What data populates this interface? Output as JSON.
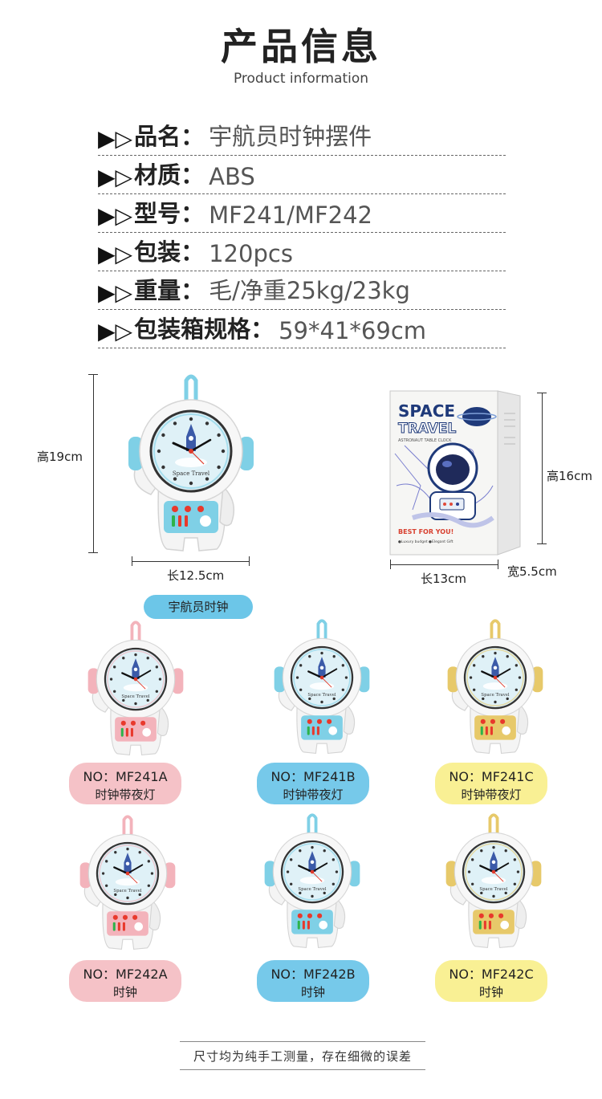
{
  "header": {
    "title": "产品信息",
    "subtitle": "Product information"
  },
  "specs": [
    {
      "arrows": "▶▷",
      "label": "品名",
      "value": "宇航员时钟摆件"
    },
    {
      "arrows": "▶▷",
      "label": "材质",
      "value": "ABS"
    },
    {
      "arrows": "▶▷",
      "label": "型号",
      "value": "MF241/MF242"
    },
    {
      "arrows": "▶▷",
      "label": "包装",
      "value": "120pcs"
    },
    {
      "arrows": "▶▷",
      "label": "重量",
      "value": "毛/净重25kg/23kg"
    },
    {
      "arrows": "▶▷",
      "label": "包装箱规格",
      "value": "59*41*69cm"
    }
  ],
  "dimensions": {
    "clock_height": "高19cm",
    "clock_length": "长12.5cm",
    "box_height": "高16cm",
    "box_length": "长13cm",
    "box_width": "宽5.5cm"
  },
  "box_art": {
    "line1": "SPACE",
    "line2": "TRAVEL",
    "tagline": "ASTRONAUT TABLE CLOCK",
    "best": "BEST FOR YOU!",
    "bullets": "●Luxury budget  ●Elegant Gift"
  },
  "dial_text": "Space Travel",
  "category_tag": "宇航员时钟",
  "models": [
    {
      "no": "NO：MF241A",
      "desc": "时钟带夜灯",
      "color": "#f5c2c7",
      "accent": "#f3b3bb"
    },
    {
      "no": "NO：MF241B",
      "desc": "时钟带夜灯",
      "color": "#76c9ea",
      "accent": "#7fd0e6"
    },
    {
      "no": "NO：MF241C",
      "desc": "时钟带夜灯",
      "color": "#f9f094",
      "accent": "#e7c96a"
    },
    {
      "no": "NO：MF242A",
      "desc": "时钟",
      "color": "#f5c2c7",
      "accent": "#f3b3bb"
    },
    {
      "no": "NO：MF242B",
      "desc": "时钟",
      "color": "#76c9ea",
      "accent": "#7fd0e6"
    },
    {
      "no": "NO：MF242C",
      "desc": "时钟",
      "color": "#f9f094",
      "accent": "#e7c96a"
    }
  ],
  "footer": "尺寸均为纯手工测量，存在细微的误差"
}
